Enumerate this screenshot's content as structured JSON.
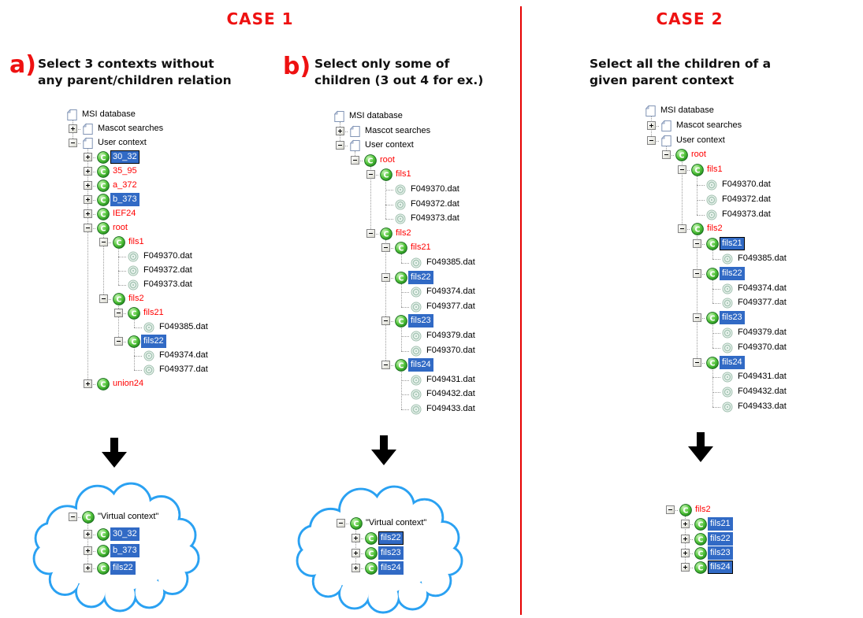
{
  "colors": {
    "title_red": "#ee1111",
    "tree_red": "#ff0000",
    "selection_blue": "#316ac5",
    "selection_text": "#ffffff",
    "cloud_blue": "#2aa1f2",
    "divider_red": "#e60000",
    "context_icon_green": "#3cae2e"
  },
  "icons": {
    "document-icon": "white page with folded corner",
    "context-icon": "green glossy sphere with white C",
    "dat-file-icon": "pale green concentric rings target",
    "plus-expander-icon": "+",
    "minus-expander-icon": "−",
    "down-arrow-icon": "⬇"
  },
  "case1": {
    "title": "CASE 1",
    "section_a": {
      "label": "a)",
      "heading": "Select 3 contexts without\nany parent/children relation"
    },
    "section_b": {
      "label": "b)",
      "heading": "Select only some of\nchildren (3 out 4 for ex.)"
    },
    "tree_a": {
      "rows": [
        {
          "label": "MSI database",
          "level": 0,
          "icon": "doc"
        },
        {
          "label": "Mascot searches",
          "level": 1,
          "icon": "doc",
          "expander": "+"
        },
        {
          "label": "User context",
          "level": 1,
          "icon": "doc",
          "expander": "-"
        },
        {
          "label": "30_32",
          "level": 2,
          "icon": "context",
          "expander": "+",
          "selected": true,
          "focused": true
        },
        {
          "label": "35_95",
          "level": 2,
          "icon": "context",
          "expander": "+",
          "red": true
        },
        {
          "label": "a_372",
          "level": 2,
          "icon": "context",
          "expander": "+",
          "red": true
        },
        {
          "label": "b_373",
          "level": 2,
          "icon": "context",
          "expander": "+",
          "selected": true
        },
        {
          "label": "IEF24",
          "level": 2,
          "icon": "context",
          "expander": "+",
          "red": true
        },
        {
          "label": "root",
          "level": 2,
          "icon": "context",
          "expander": "-",
          "red": true
        },
        {
          "label": "fils1",
          "level": 3,
          "icon": "context",
          "expander": "-",
          "red": true
        },
        {
          "label": "F049370.dat",
          "level": 4,
          "icon": "dat"
        },
        {
          "label": "F049372.dat",
          "level": 4,
          "icon": "dat"
        },
        {
          "label": "F049373.dat",
          "level": 4,
          "icon": "dat"
        },
        {
          "label": "fils2",
          "level": 3,
          "icon": "context",
          "expander": "-",
          "red": true
        },
        {
          "label": "fils21",
          "level": 4,
          "icon": "context",
          "expander": "-",
          "red": true
        },
        {
          "label": "F049385.dat",
          "level": 5,
          "icon": "dat"
        },
        {
          "label": "fils22",
          "level": 4,
          "icon": "context",
          "expander": "-",
          "selected": true
        },
        {
          "label": "F049374.dat",
          "level": 5,
          "icon": "dat"
        },
        {
          "label": "F049377.dat",
          "level": 5,
          "icon": "dat"
        },
        {
          "label": "union24",
          "level": 2,
          "icon": "context",
          "expander": "+",
          "red": true
        }
      ]
    },
    "tree_b": {
      "rows": [
        {
          "label": "MSI database",
          "level": 0,
          "icon": "doc"
        },
        {
          "label": "Mascot searches",
          "level": 1,
          "icon": "doc",
          "expander": "+"
        },
        {
          "label": "User context",
          "level": 1,
          "icon": "doc",
          "expander": "-"
        },
        {
          "label": "root",
          "level": 2,
          "icon": "context",
          "expander": "-",
          "red": true
        },
        {
          "label": "fils1",
          "level": 3,
          "icon": "context",
          "expander": "-",
          "red": true
        },
        {
          "label": "F049370.dat",
          "level": 4,
          "icon": "dat"
        },
        {
          "label": "F049372.dat",
          "level": 4,
          "icon": "dat"
        },
        {
          "label": "F049373.dat",
          "level": 4,
          "icon": "dat"
        },
        {
          "label": "fils2",
          "level": 3,
          "icon": "context",
          "expander": "-",
          "red": true
        },
        {
          "label": "fils21",
          "level": 4,
          "icon": "context",
          "expander": "-",
          "red": true
        },
        {
          "label": "F049385.dat",
          "level": 5,
          "icon": "dat"
        },
        {
          "label": "fils22",
          "level": 4,
          "icon": "context",
          "expander": "-",
          "selected": true
        },
        {
          "label": "F049374.dat",
          "level": 5,
          "icon": "dat"
        },
        {
          "label": "F049377.dat",
          "level": 5,
          "icon": "dat"
        },
        {
          "label": "fils23",
          "level": 4,
          "icon": "context",
          "expander": "-",
          "selected": true
        },
        {
          "label": "F049379.dat",
          "level": 5,
          "icon": "dat"
        },
        {
          "label": "F049370.dat",
          "level": 5,
          "icon": "dat"
        },
        {
          "label": "fils24",
          "level": 4,
          "icon": "context",
          "expander": "-",
          "selected": true
        },
        {
          "label": "F049431.dat",
          "level": 5,
          "icon": "dat"
        },
        {
          "label": "F049432.dat",
          "level": 5,
          "icon": "dat"
        },
        {
          "label": "F049433.dat",
          "level": 5,
          "icon": "dat"
        }
      ]
    },
    "cloud_a": {
      "rows": [
        {
          "label": "\"Virtual context\"",
          "level": 1,
          "icon": "context",
          "expander": "-"
        },
        {
          "label": "30_32",
          "level": 2,
          "icon": "context",
          "expander": "+",
          "selected": true
        },
        {
          "label": "b_373",
          "level": 2,
          "icon": "context",
          "expander": "+",
          "selected": true
        },
        {
          "label": "fils22",
          "level": 2,
          "icon": "context",
          "expander": "+",
          "selected": true
        }
      ]
    },
    "cloud_b": {
      "rows": [
        {
          "label": "\"Virtual context\"",
          "level": 1,
          "icon": "context",
          "expander": "-"
        },
        {
          "label": "fils22",
          "level": 2,
          "icon": "context",
          "expander": "+",
          "selected": true,
          "focused": true
        },
        {
          "label": "fils23",
          "level": 2,
          "icon": "context",
          "expander": "+",
          "selected": true
        },
        {
          "label": "fils24",
          "level": 2,
          "icon": "context",
          "expander": "+",
          "selected": true
        }
      ]
    }
  },
  "case2": {
    "title": "CASE 2",
    "heading": "Select all the children of a\ngiven parent context",
    "tree": {
      "rows": [
        {
          "label": "MSI database",
          "level": 0,
          "icon": "doc"
        },
        {
          "label": "Mascot searches",
          "level": 1,
          "icon": "doc",
          "expander": "+"
        },
        {
          "label": "User context",
          "level": 1,
          "icon": "doc",
          "expander": "-"
        },
        {
          "label": "root",
          "level": 2,
          "icon": "context",
          "expander": "-",
          "red": true
        },
        {
          "label": "fils1",
          "level": 3,
          "icon": "context",
          "expander": "-",
          "red": true
        },
        {
          "label": "F049370.dat",
          "level": 4,
          "icon": "dat"
        },
        {
          "label": "F049372.dat",
          "level": 4,
          "icon": "dat"
        },
        {
          "label": "F049373.dat",
          "level": 4,
          "icon": "dat"
        },
        {
          "label": "fils2",
          "level": 3,
          "icon": "context",
          "expander": "-",
          "red": true
        },
        {
          "label": "fils21",
          "level": 4,
          "icon": "context",
          "expander": "-",
          "selected": true,
          "focused": true
        },
        {
          "label": "F049385.dat",
          "level": 5,
          "icon": "dat"
        },
        {
          "label": "fils22",
          "level": 4,
          "icon": "context",
          "expander": "-",
          "selected": true
        },
        {
          "label": "F049374.dat",
          "level": 5,
          "icon": "dat"
        },
        {
          "label": "F049377.dat",
          "level": 5,
          "icon": "dat"
        },
        {
          "label": "fils23",
          "level": 4,
          "icon": "context",
          "expander": "-",
          "selected": true
        },
        {
          "label": "F049379.dat",
          "level": 5,
          "icon": "dat"
        },
        {
          "label": "F049370.dat",
          "level": 5,
          "icon": "dat"
        },
        {
          "label": "fils24",
          "level": 4,
          "icon": "context",
          "expander": "-",
          "selected": true
        },
        {
          "label": "F049431.dat",
          "level": 5,
          "icon": "dat"
        },
        {
          "label": "F049432.dat",
          "level": 5,
          "icon": "dat"
        },
        {
          "label": "F049433.dat",
          "level": 5,
          "icon": "dat"
        }
      ]
    },
    "result_tree": {
      "rows": [
        {
          "label": "fils2",
          "level": 1,
          "icon": "context",
          "expander": "-",
          "red": true
        },
        {
          "label": "fils21",
          "level": 2,
          "icon": "context",
          "expander": "+",
          "selected": true
        },
        {
          "label": "fils22",
          "level": 2,
          "icon": "context",
          "expander": "+",
          "selected": true
        },
        {
          "label": "fils23",
          "level": 2,
          "icon": "context",
          "expander": "+",
          "selected": true
        },
        {
          "label": "fils24",
          "level": 2,
          "icon": "context",
          "expander": "+",
          "selected": true,
          "focused": true
        }
      ]
    }
  }
}
